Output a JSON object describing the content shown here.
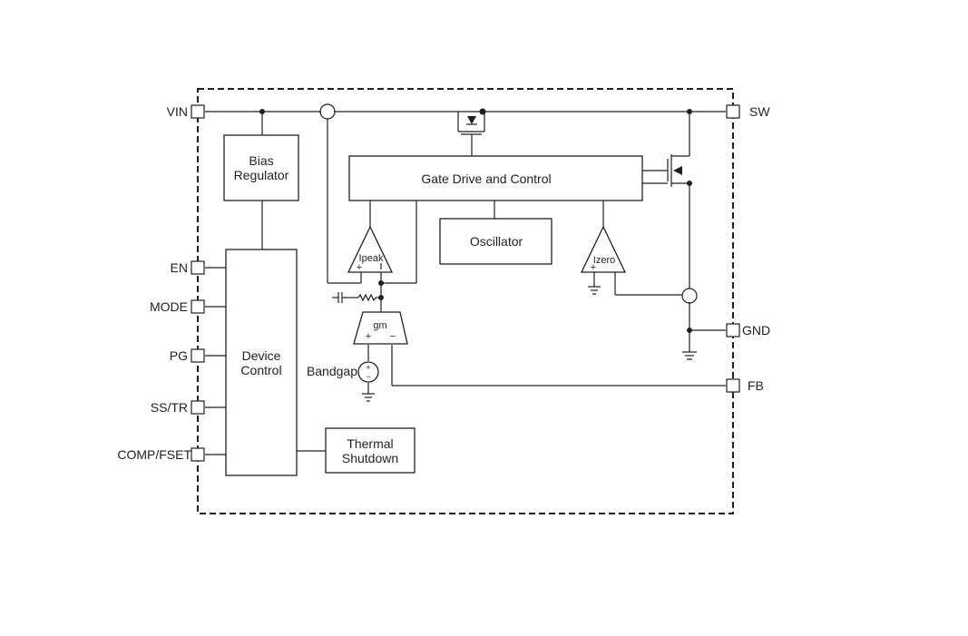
{
  "pins": {
    "vin": "VIN",
    "en": "EN",
    "mode": "MODE",
    "pg": "PG",
    "ss_tr": "SS/TR",
    "comp_fset": "COMP/FSET",
    "sw": "SW",
    "gnd": "GND",
    "fb": "FB"
  },
  "blocks": {
    "bias_line1": "Bias",
    "bias_line2": "Regulator",
    "device_line1": "Device",
    "device_line2": "Control",
    "thermal_line1": "Thermal",
    "thermal_line2": "Shutdown",
    "gate_drive": "Gate Drive and Control",
    "oscillator": "Oscillator"
  },
  "amplifiers": {
    "ipeak": "Ipeak",
    "izero": "Izero",
    "gm": "gm",
    "plus": "+",
    "minus": "−"
  },
  "sources": {
    "bandgap": "Bandgap"
  }
}
